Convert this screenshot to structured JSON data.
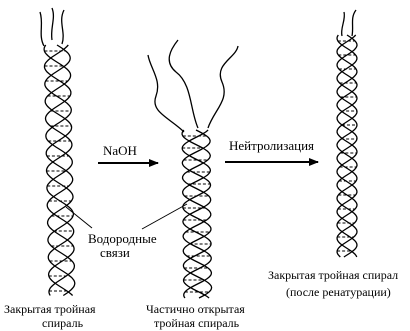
{
  "diagram": {
    "arrow_1_label": "NaOH",
    "arrow_2_label": "Нейтролизация",
    "bonds_label_line1": "Водородные",
    "bonds_label_line2": "связи",
    "helix_1_caption_line1": "Закрытая тройная",
    "helix_1_caption_line2": "спираль",
    "helix_2_caption_line1": "Частично открытая",
    "helix_2_caption_line2": "тройная спираль",
    "helix_3_caption_line1": "Закрытая тройная спирал",
    "helix_3_caption_line2": "(после ренатурации)"
  },
  "colors": {
    "ink": "#000000",
    "background": "#ffffff"
  }
}
